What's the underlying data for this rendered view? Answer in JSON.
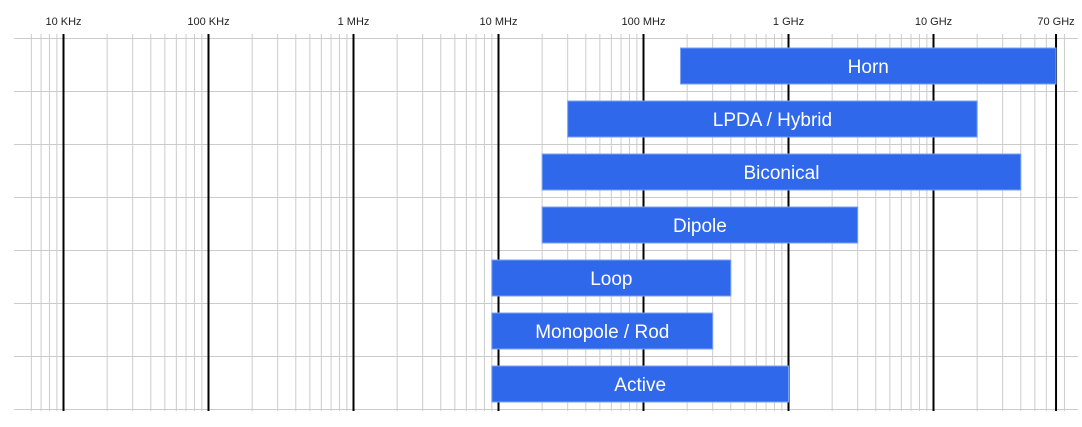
{
  "chart_data": {
    "type": "bar",
    "orientation": "horizontal",
    "x_scale": "log",
    "x_unit": "Hz",
    "xlim": [
      6000,
      80000000000
    ],
    "grid": true,
    "legend": "none",
    "bar_color": "#2f68ea",
    "bar_border_color": "#7aa0f2",
    "major_grid_color": "#000000",
    "minor_grid_color": "#cccccc",
    "x_ticks": [
      {
        "value": 10000,
        "label": "10 KHz"
      },
      {
        "value": 100000,
        "label": "100 KHz"
      },
      {
        "value": 1000000,
        "label": "1 MHz"
      },
      {
        "value": 10000000,
        "label": "10 MHz"
      },
      {
        "value": 100000000,
        "label": "100 MHz"
      },
      {
        "value": 1000000000,
        "label": "1 GHz"
      },
      {
        "value": 10000000000,
        "label": "10 GHz"
      },
      {
        "value": 70000000000,
        "label": "70 GHz"
      }
    ],
    "bars": [
      {
        "name": "Horn",
        "start": 180000000,
        "end": 70000000000
      },
      {
        "name": "LPDA / Hybrid",
        "start": 30000000,
        "end": 20000000000
      },
      {
        "name": "Biconical",
        "start": 20000000,
        "end": 40000000000
      },
      {
        "name": "Dipole",
        "start": 20000000,
        "end": 3000000000
      },
      {
        "name": "Loop",
        "start": 9000000,
        "end": 400000000
      },
      {
        "name": "Monopole / Rod",
        "start": 9000000,
        "end": 300000000
      },
      {
        "name": "Active",
        "start": 9000000,
        "end": 1000000000
      }
    ]
  }
}
